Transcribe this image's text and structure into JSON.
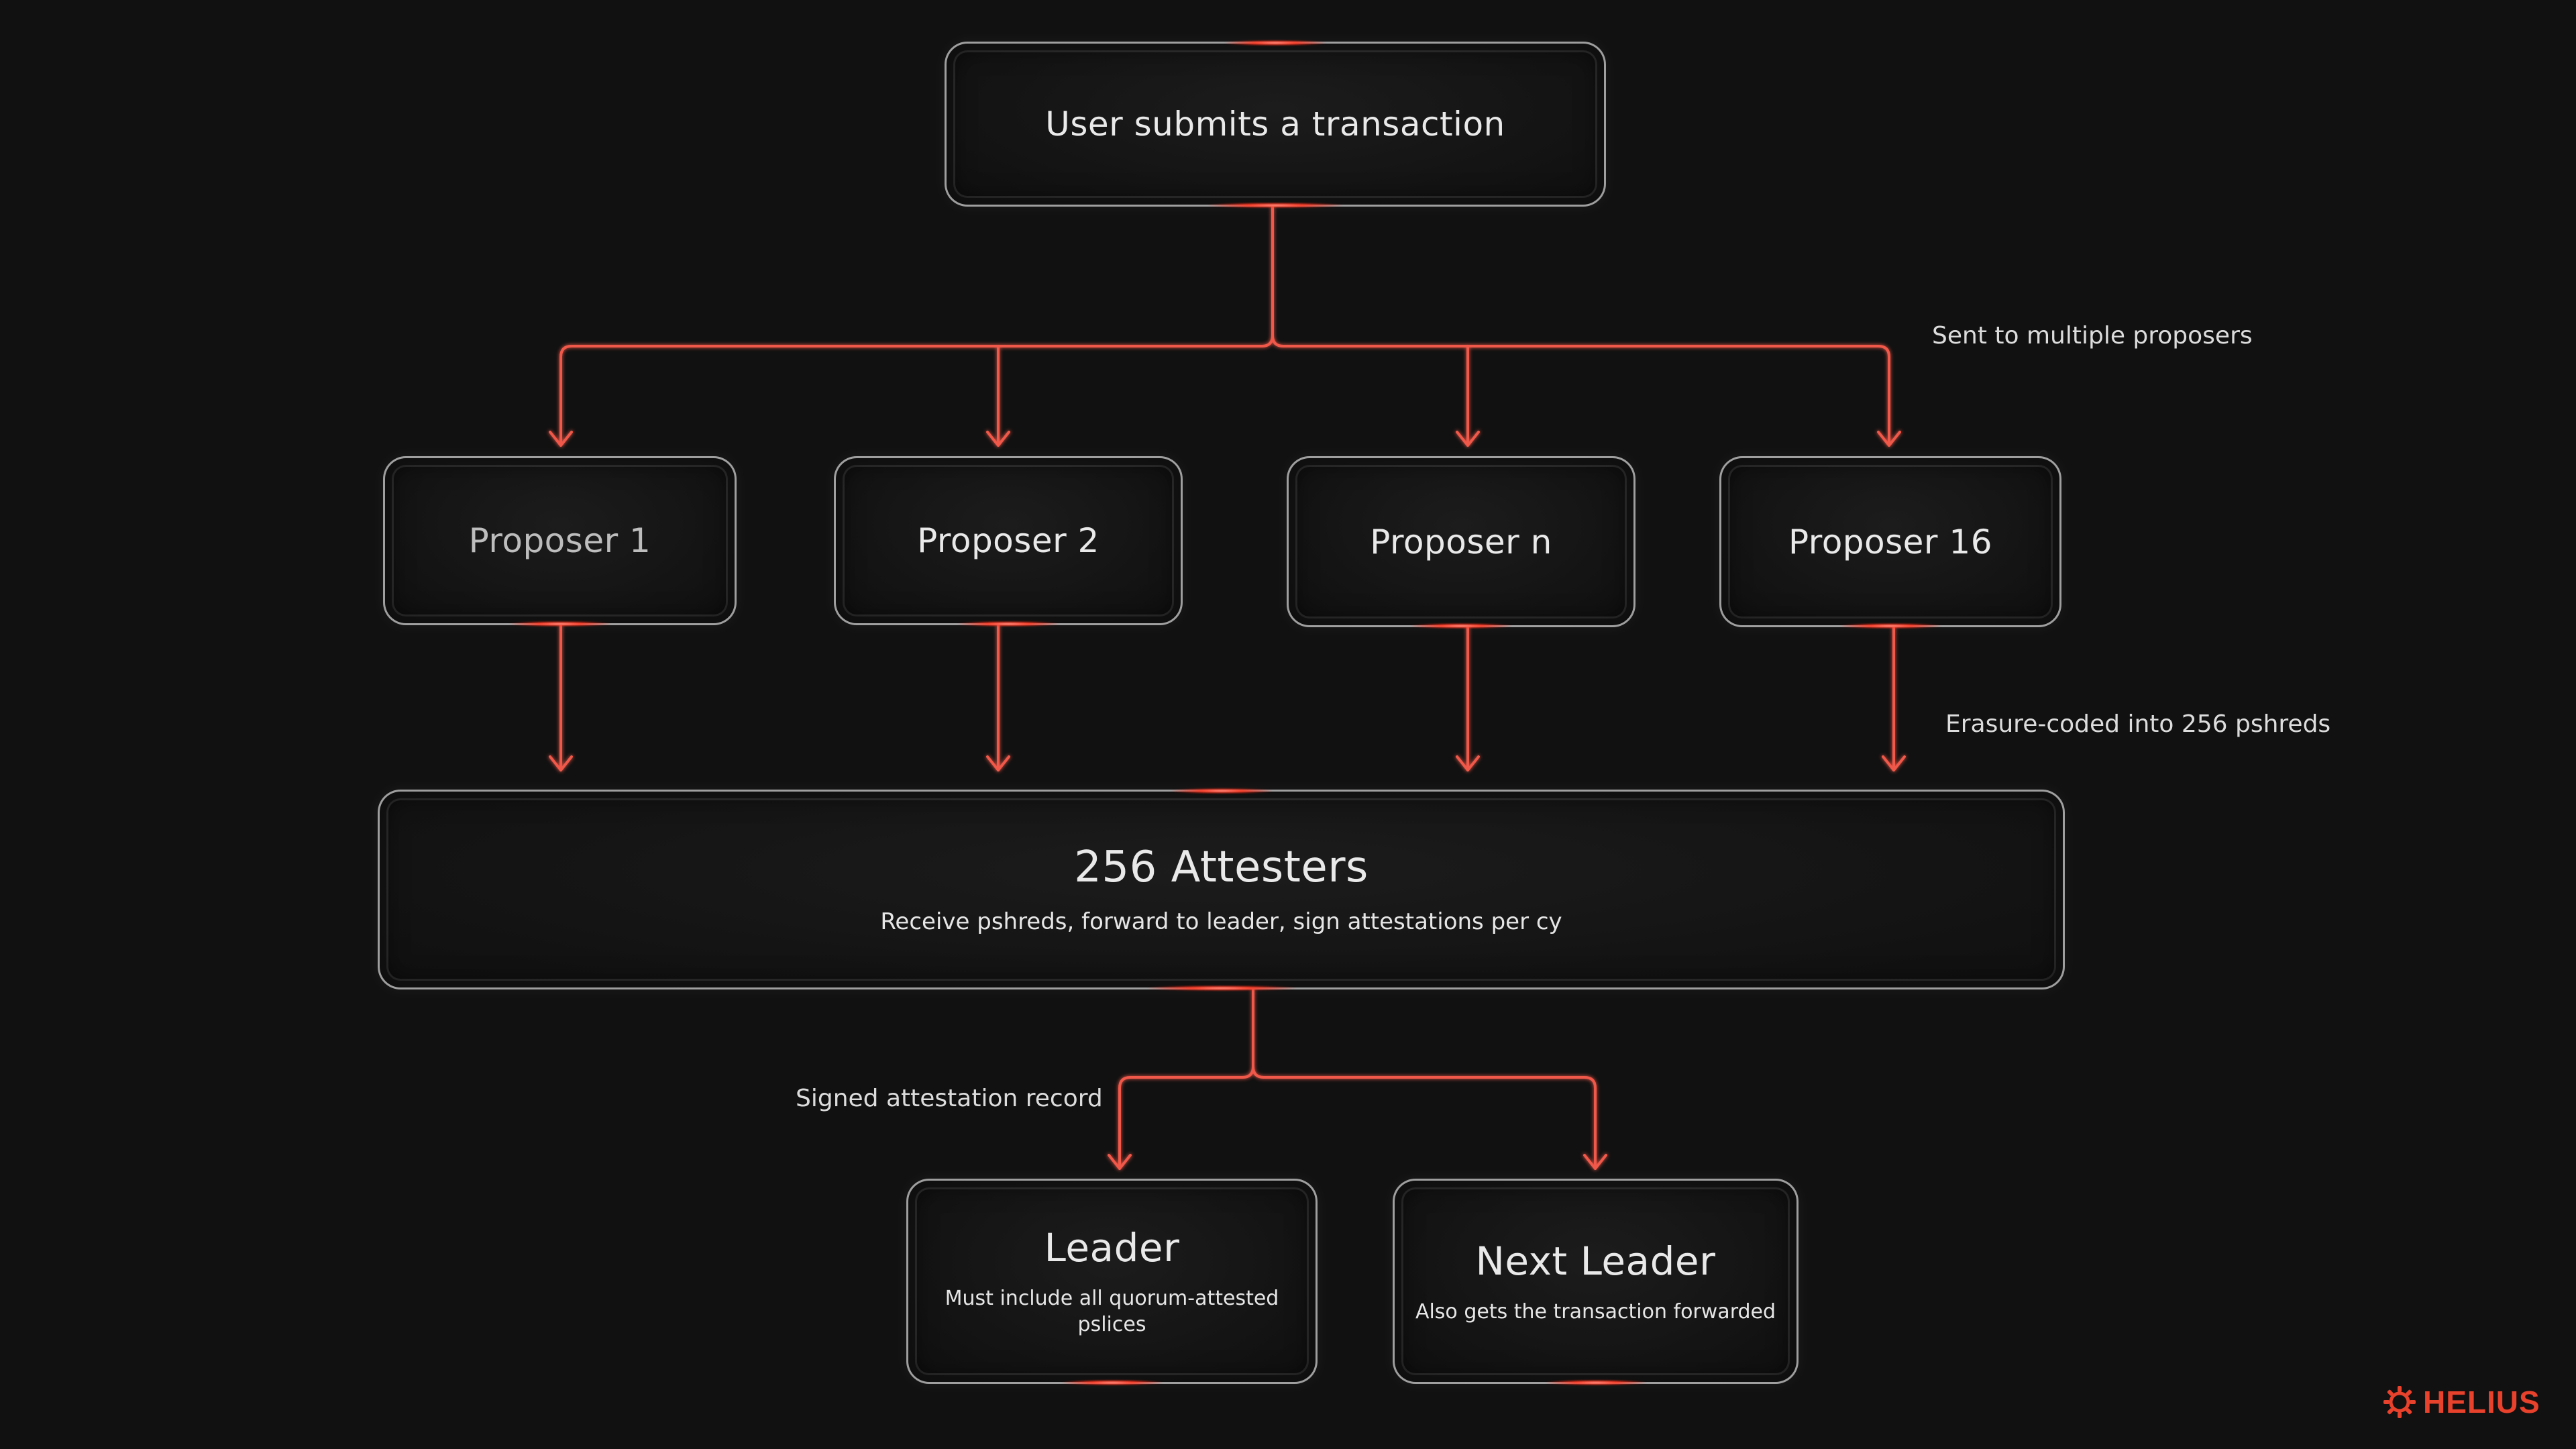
{
  "diagram": {
    "nodes": {
      "user": {
        "title": "User submits a transaction"
      },
      "proposers": [
        {
          "title": "Proposer 1"
        },
        {
          "title": "Proposer 2"
        },
        {
          "title": "Proposer n"
        },
        {
          "title": "Proposer 16"
        }
      ],
      "attesters": {
        "title": "256 Attesters",
        "subtitle": "Receive pshreds, forward to leader, sign attestations per cy"
      },
      "leader": {
        "title": "Leader",
        "subtitle": "Must include all quorum-attested pslices"
      },
      "next_leader": {
        "title": "Next Leader",
        "subtitle": "Also gets the transaction forwarded"
      }
    },
    "edge_labels": {
      "to_proposers": "Sent to multiple proposers",
      "to_attesters": "Erasure-coded into 256 pshreds",
      "to_leaders": "Signed attestation record"
    },
    "edges": [
      {
        "from": "User submits a transaction",
        "to": "Proposer 1"
      },
      {
        "from": "User submits a transaction",
        "to": "Proposer 2"
      },
      {
        "from": "User submits a transaction",
        "to": "Proposer n"
      },
      {
        "from": "User submits a transaction",
        "to": "Proposer 16"
      },
      {
        "from": "Proposer 1",
        "to": "256 Attesters"
      },
      {
        "from": "Proposer 2",
        "to": "256 Attesters"
      },
      {
        "from": "Proposer n",
        "to": "256 Attesters"
      },
      {
        "from": "Proposer 16",
        "to": "256 Attesters"
      },
      {
        "from": "256 Attesters",
        "to": "Leader"
      },
      {
        "from": "256 Attesters",
        "to": "Next Leader"
      }
    ]
  },
  "colors": {
    "background": "#111111",
    "accent": "#ff4a36",
    "connector": "#f0584a",
    "text": "#e6e6e6"
  },
  "brand": {
    "logo_text": "HELIUS",
    "logo_icon": "helius-sun-icon"
  }
}
